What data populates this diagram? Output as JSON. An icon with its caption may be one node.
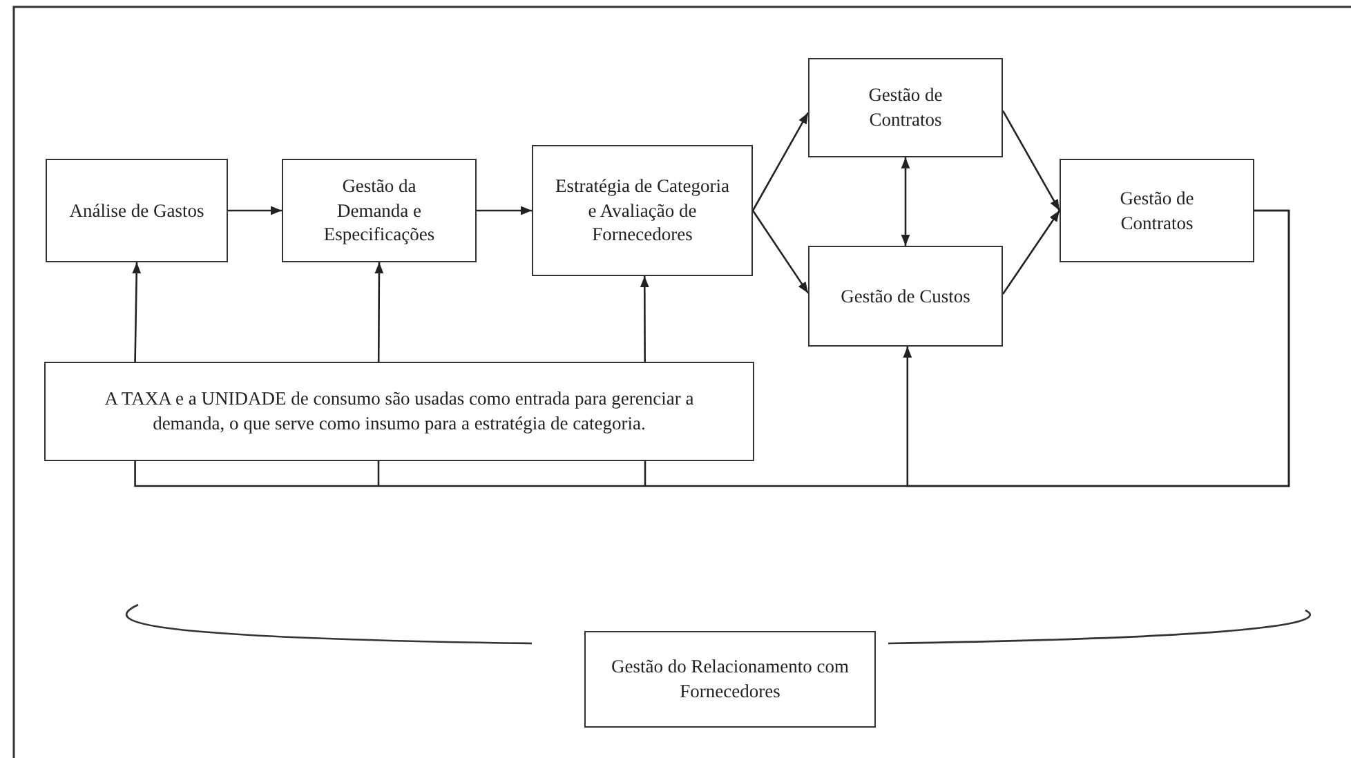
{
  "diagram": {
    "nodes": [
      {
        "text": [
          "Análise de Gastos"
        ]
      },
      {
        "text": [
          "Gestão da Demanda e Especificações"
        ]
      },
      {
        "text": [
          "Estratégia de Categoria e Avaliação de Fornecedores"
        ]
      },
      {
        "text": [
          "Gestão de Contratos"
        ]
      },
      {
        "text": [
          "Gestão de Custos"
        ]
      },
      {
        "text": [
          "Gestão de Contratos"
        ]
      },
      {
        "text": [
          "A TAXA e a UNIDADE de consumo são usadas como entrada para gerenciar a demanda, o que serve como insumo para a estratégia de categoria."
        ]
      },
      {
        "text": [
          "Gestão do Relacionamento com Fornecedores"
        ]
      }
    ],
    "edges": [
      {
        "from": 0,
        "to": 1,
        "arrow": "to"
      },
      {
        "from": 1,
        "to": 2,
        "arrow": "to"
      },
      {
        "from": 2,
        "to": 3,
        "arrow": "to"
      },
      {
        "from": 2,
        "to": 4,
        "arrow": "to"
      },
      {
        "from": 3,
        "to": 4,
        "arrow": "both"
      },
      {
        "from": 3,
        "to": 5,
        "arrow": "to"
      },
      {
        "from": 4,
        "to": 5,
        "arrow": "to"
      },
      {
        "from": 6,
        "to": 0,
        "arrow": "to"
      },
      {
        "from": 6,
        "to": 1,
        "arrow": "to"
      },
      {
        "from": 6,
        "to": 2,
        "arrow": "to"
      },
      {
        "from": 5,
        "to": 6,
        "arrow": "none"
      },
      {
        "from": 5,
        "to": 4,
        "arrow": "to"
      }
    ]
  }
}
